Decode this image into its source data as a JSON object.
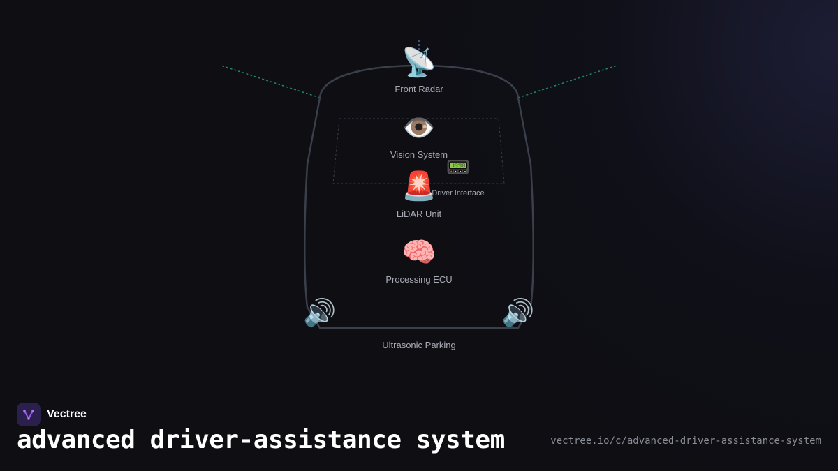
{
  "diagram": {
    "components": {
      "front_radar": {
        "label": "Front Radar",
        "icon": "satellite-antenna-icon",
        "glyph": "📡"
      },
      "vision_system": {
        "label": "Vision System",
        "icon": "eye-icon",
        "glyph": "👁️"
      },
      "driver_interface": {
        "label": "Driver Interface",
        "icon": "pager-icon",
        "glyph": "📟"
      },
      "lidar_unit": {
        "label": "LiDAR Unit",
        "icon": "rotating-light-icon",
        "glyph": "🚨"
      },
      "processing_ecu": {
        "label": "Processing ECU",
        "icon": "brain-icon",
        "glyph": "🧠"
      },
      "ultrasonic_parking": {
        "label": "Ultrasonic Parking",
        "icon": "speaker-icon",
        "glyph": "🔊"
      }
    },
    "colors": {
      "vehicle_outline": "#3a3f4b",
      "radar_beam": "#1f8a63",
      "camera_field": "#3a3f4b",
      "radar_axis": "#3b6fb5"
    }
  },
  "brand": {
    "name": "Vectree",
    "logo_color": "#2a1f4d",
    "logo_accent": "#9b5de5"
  },
  "title": "advanced driver-assistance system",
  "url": "vectree.io/c/advanced-driver-assistance-system"
}
